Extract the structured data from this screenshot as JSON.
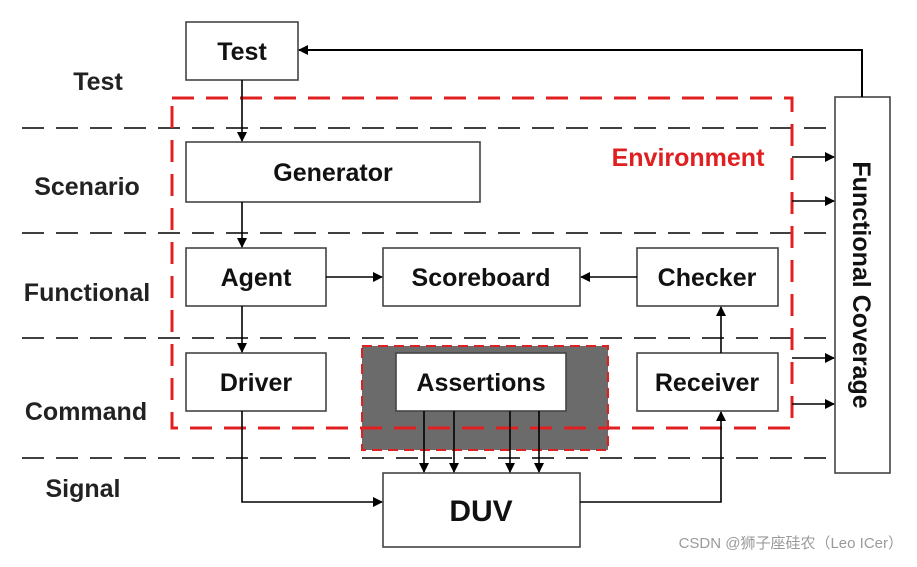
{
  "layers": [
    "Test",
    "Scenario",
    "Functional",
    "Command",
    "Signal"
  ],
  "environment": {
    "label": "Environment",
    "color": "#e02020"
  },
  "blocks": {
    "test": "Test",
    "generator": "Generator",
    "agent": "Agent",
    "scoreboard": "Scoreboard",
    "checker": "Checker",
    "driver": "Driver",
    "assertions": "Assertions",
    "receiver": "Receiver",
    "duv": "DUV",
    "functional_coverage": "Functional Coverage"
  },
  "assertions_shade_color": "#6b6b6b",
  "watermark": "CSDN @狮子座硅农（Leo ICer）"
}
